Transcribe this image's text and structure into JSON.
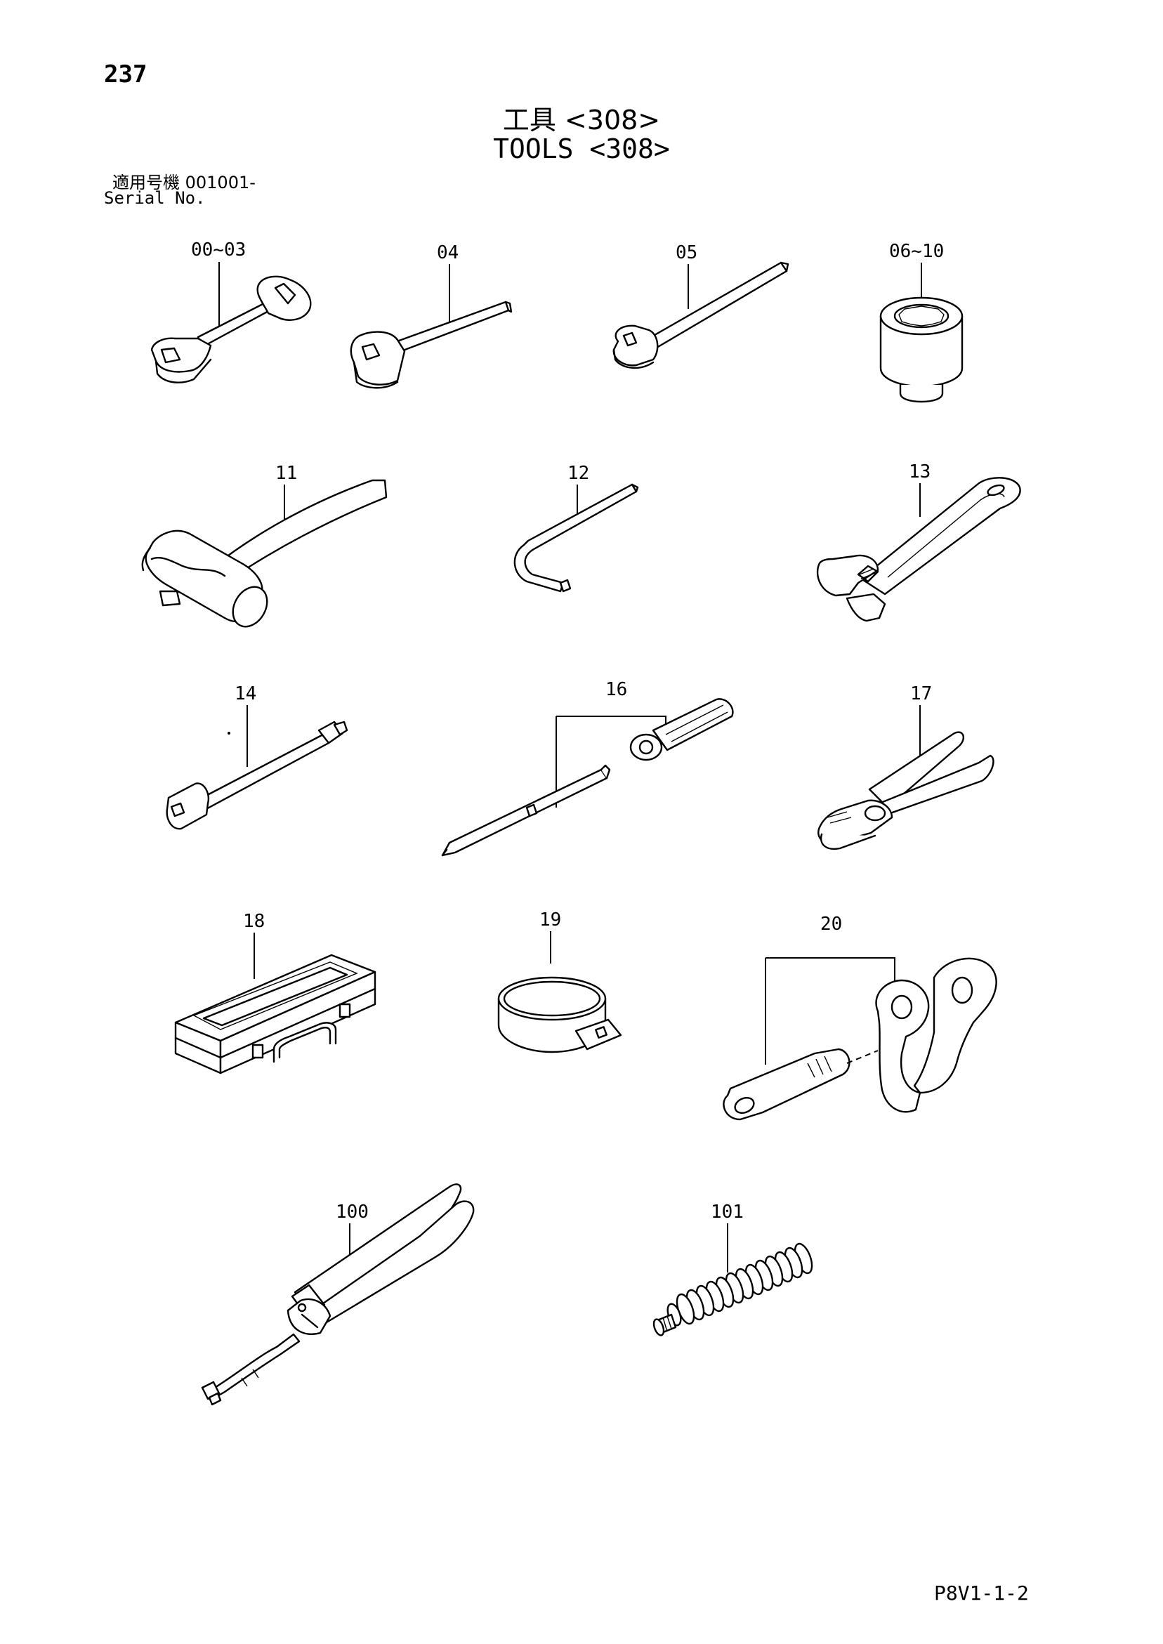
{
  "page": {
    "number": "237",
    "title_jp": "工具 <308>",
    "title_en": "TOOLS <308>",
    "serial_label_jp": "適用号機  001001-",
    "serial_label_en": "Serial No.",
    "drawing_code": "P8V1-1-2"
  },
  "parts": [
    {
      "ref": "00~03",
      "icon": "open-end-wrench-icon"
    },
    {
      "ref": "04",
      "icon": "single-open-wrench-icon"
    },
    {
      "ref": "05",
      "icon": "ratchet-handle-icon"
    },
    {
      "ref": "06~10",
      "icon": "socket-icon"
    },
    {
      "ref": "11",
      "icon": "hammer-icon"
    },
    {
      "ref": "12",
      "icon": "hex-key-icon"
    },
    {
      "ref": "13",
      "icon": "adjustable-wrench-icon"
    },
    {
      "ref": "14",
      "icon": "extension-bar-icon"
    },
    {
      "ref": "16",
      "icon": "screwdriver-set-icon"
    },
    {
      "ref": "17",
      "icon": "pliers-icon"
    },
    {
      "ref": "18",
      "icon": "tool-box-icon"
    },
    {
      "ref": "19",
      "icon": "filter-wrench-icon"
    },
    {
      "ref": "20",
      "icon": "shackle-icon"
    },
    {
      "ref": "100",
      "icon": "grease-gun-icon"
    },
    {
      "ref": "101",
      "icon": "spring-icon"
    }
  ]
}
